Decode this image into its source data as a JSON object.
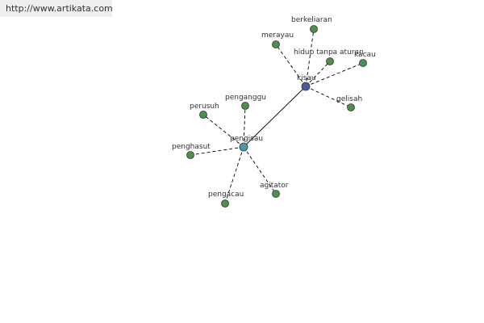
{
  "site_url": "http://www.artikata.com",
  "colors": {
    "hub_primary": "#4a5a9e",
    "hub_secondary": "#4a9aa6",
    "leaf": "#4e8f4e"
  },
  "graph": {
    "hubs": [
      {
        "id": "kisau",
        "label": "kisau",
        "color": "hub_primary"
      },
      {
        "id": "pengisau",
        "label": "pengisau",
        "color": "hub_secondary"
      }
    ],
    "main_link": {
      "from": "kisau",
      "to": "pengisau"
    },
    "leaves": [
      {
        "id": "berkeliaran",
        "label": "berkeliaran",
        "hub": "kisau"
      },
      {
        "id": "merayau",
        "label": "merayau",
        "hub": "kisau"
      },
      {
        "id": "hidup-tanpa-aturan",
        "label": "hidup tanpa aturan",
        "hub": "kisau"
      },
      {
        "id": "kacau",
        "label": "kacau",
        "hub": "kisau"
      },
      {
        "id": "gelisah",
        "label": "gelisah",
        "hub": "kisau"
      },
      {
        "id": "penganggu",
        "label": "penganggu",
        "hub": "pengisau"
      },
      {
        "id": "perusuh",
        "label": "perusuh",
        "hub": "pengisau"
      },
      {
        "id": "penghasut",
        "label": "penghasut",
        "hub": "pengisau"
      },
      {
        "id": "pengacau",
        "label": "pengacau",
        "hub": "pengisau"
      },
      {
        "id": "agitator",
        "label": "agitator",
        "hub": "pengisau"
      }
    ]
  }
}
